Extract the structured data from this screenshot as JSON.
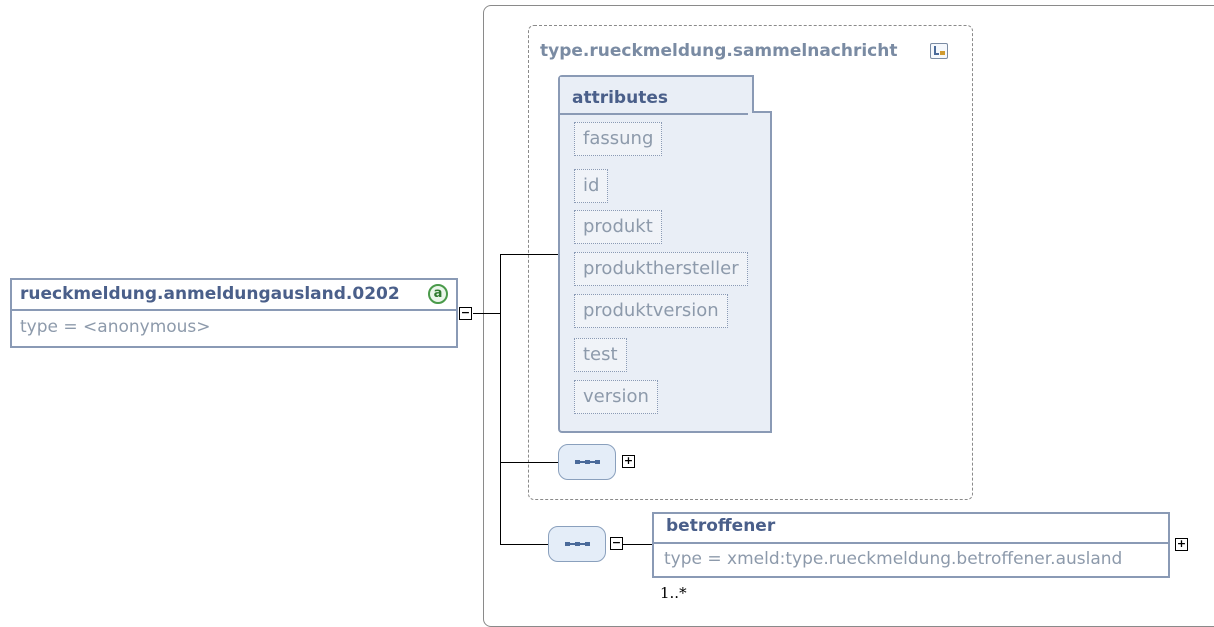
{
  "root": {
    "name": "rueckmeldung.anmeldungausland.0202",
    "type": "type = <anonymous>",
    "badge": "a"
  },
  "complex_type": {
    "name": "type.rueckmeldung.sammelnachricht",
    "icon": "complex-type-icon"
  },
  "attributes": {
    "title": "attributes",
    "items": [
      "fassung",
      "id",
      "produkt",
      "produkthersteller",
      "produktversion",
      "test",
      "version"
    ]
  },
  "toggles": {
    "collapse": "−",
    "expand": "+"
  },
  "child": {
    "name": "betroffener",
    "type": "type = xmeld:type.rueckmeldung.betroffener.ausland",
    "multiplicity": "1..*"
  }
}
